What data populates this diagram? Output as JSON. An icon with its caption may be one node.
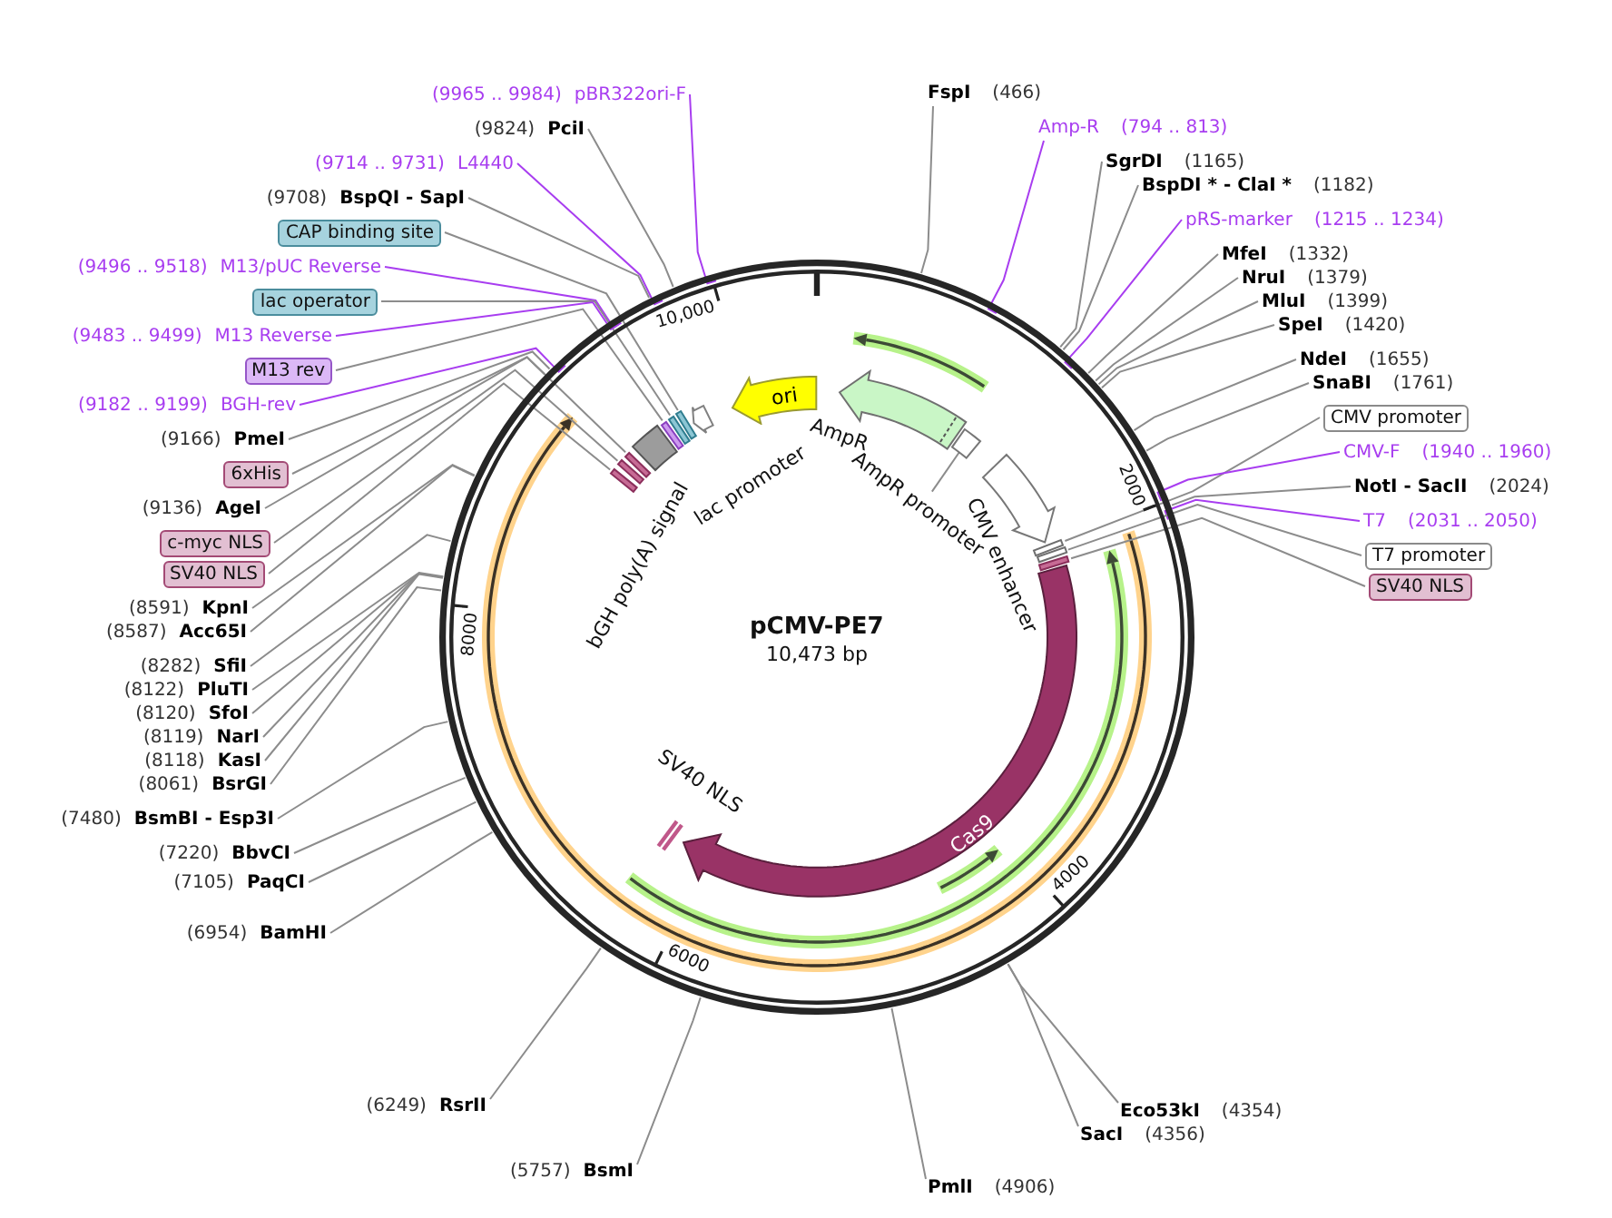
{
  "diagram": {
    "nodes": [
      {
        "text": [
          "pCMV-PE7",
          "10,473 bp"
        ]
      },
      {
        "text": [
          "ori"
        ],
        "in": 0
      },
      {
        "text": [
          "AmpR"
        ],
        "in": 0
      },
      {
        "text": [],
        "shape": "box",
        "in": 0
      },
      {
        "text": [
          "AmpR promoter"
        ],
        "in": 0
      },
      {
        "text": [
          "CMV enhancer"
        ],
        "in": 0
      },
      {
        "text": [
          "Cas9"
        ],
        "in": 0
      },
      {
        "text": [
          "SV40 NLS"
        ],
        "in": 0
      },
      {
        "text": [
          "bGH poly(A) signal"
        ],
        "in": 0
      },
      {
        "text": [
          "lac promoter"
        ],
        "in": 0
      },
      {
        "text": [],
        "shape": "bar",
        "in": 0
      },
      {
        "text": [],
        "shape": "bar",
        "in": 0
      },
      {
        "text": [],
        "shape": "bar",
        "in": 0
      },
      {
        "text": [],
        "shape": "bar",
        "in": 0
      },
      {
        "text": [],
        "shape": "bar",
        "in": 0
      },
      {
        "text": [],
        "shape": "bar",
        "in": 0
      },
      {
        "text": [],
        "shape": "bar",
        "in": 0
      },
      {
        "text": [],
        "shape": "bar",
        "in": 0
      },
      {
        "text": [],
        "shape": "bar",
        "in": 0
      },
      {
        "text": [
          "(9965 .. 9984)",
          "pBR322ori-F"
        ]
      },
      {
        "text": [
          "(9824)",
          "PciI"
        ]
      },
      {
        "text": [
          "(9714 .. 9731)",
          "L4440"
        ]
      },
      {
        "text": [
          "(9708)",
          "BspQI - SapI"
        ]
      },
      {
        "text": [
          "CAP binding site"
        ]
      },
      {
        "text": [
          "(9496 .. 9518)",
          "M13/pUC Reverse"
        ]
      },
      {
        "text": [
          "lac operator"
        ]
      },
      {
        "text": [
          "(9483 .. 9499)",
          "M13 Reverse"
        ]
      },
      {
        "text": [
          "M13 rev"
        ]
      },
      {
        "text": [
          "(9182 .. 9199)",
          "BGH-rev"
        ]
      },
      {
        "text": [
          "(9166)",
          "PmeI"
        ]
      },
      {
        "text": [
          "6xHis"
        ]
      },
      {
        "text": [
          "(9136)",
          "AgeI"
        ]
      },
      {
        "text": [
          "c-myc NLS"
        ]
      },
      {
        "text": [
          "SV40 NLS"
        ]
      },
      {
        "text": [
          "(8591)",
          "KpnI"
        ]
      },
      {
        "text": [
          "(8587)",
          "Acc65I"
        ]
      },
      {
        "text": [
          "(8282)",
          "SfiI"
        ]
      },
      {
        "text": [
          "(8122)",
          "PluTI"
        ]
      },
      {
        "text": [
          "(8120)",
          "SfoI"
        ]
      },
      {
        "text": [
          "(8119)",
          "NarI"
        ]
      },
      {
        "text": [
          "(8118)",
          "KasI"
        ]
      },
      {
        "text": [
          "(8061)",
          "BsrGI"
        ]
      },
      {
        "text": [
          "(7480)",
          "BsmBI - Esp3I"
        ]
      },
      {
        "text": [
          "(7220)",
          "BbvCI"
        ]
      },
      {
        "text": [
          "(7105)",
          "PaqCI"
        ]
      },
      {
        "text": [
          "(6954)",
          "BamHI"
        ]
      },
      {
        "text": [
          "(6249)",
          "RsrII"
        ]
      },
      {
        "text": [
          "(5757)",
          "BsmI"
        ]
      },
      {
        "text": [
          "FspI",
          "(466)"
        ]
      },
      {
        "text": [
          "Amp-R",
          "(794 .. 813)"
        ]
      },
      {
        "text": [
          "SgrDI",
          "(1165)"
        ]
      },
      {
        "text": [
          "BspDI * - ClaI *",
          "(1182)"
        ]
      },
      {
        "text": [
          "pRS-marker",
          "(1215 .. 1234)"
        ]
      },
      {
        "text": [
          "MfeI",
          "(1332)"
        ]
      },
      {
        "text": [
          "NruI",
          "(1379)"
        ]
      },
      {
        "text": [
          "MluI",
          "(1399)"
        ]
      },
      {
        "text": [
          "SpeI",
          "(1420)"
        ]
      },
      {
        "text": [
          "NdeI",
          "(1655)"
        ]
      },
      {
        "text": [
          "SnaBI",
          "(1761)"
        ]
      },
      {
        "text": [
          "CMV promoter"
        ]
      },
      {
        "text": [
          "CMV-F",
          "(1940 .. 1960)"
        ]
      },
      {
        "text": [
          "NotI - SacII",
          "(2024)"
        ]
      },
      {
        "text": [
          "T7",
          "(2031 .. 2050)"
        ]
      },
      {
        "text": [
          "T7 promoter"
        ]
      },
      {
        "text": [
          "SV40 NLS"
        ]
      },
      {
        "text": [
          "Eco53kI",
          "(4354)"
        ]
      },
      {
        "text": [
          "SacI",
          "(4356)"
        ]
      },
      {
        "text": [
          "PmlI",
          "(4906)"
        ]
      }
    ],
    "edges": [
      {
        "from": 4,
        "to": 3,
        "arrow": "none"
      },
      {
        "from": 19,
        "to": 0,
        "arrow": "none",
        "color": "#a83df0"
      },
      {
        "from": 20,
        "to": 0,
        "arrow": "none"
      },
      {
        "from": 21,
        "to": 0,
        "arrow": "none",
        "color": "#a83df0"
      },
      {
        "from": 22,
        "to": 0,
        "arrow": "none"
      },
      {
        "from": 23,
        "to": 15,
        "arrow": "none"
      },
      {
        "from": 24,
        "to": 0,
        "arrow": "none",
        "color": "#a83df0"
      },
      {
        "from": 25,
        "to": 14,
        "arrow": "none"
      },
      {
        "from": 26,
        "to": 0,
        "arrow": "none",
        "color": "#a83df0"
      },
      {
        "from": 27,
        "to": 13,
        "arrow": "none"
      },
      {
        "from": 28,
        "to": 0,
        "arrow": "none",
        "color": "#a83df0"
      },
      {
        "from": 29,
        "to": 0,
        "arrow": "none"
      },
      {
        "from": 30,
        "to": 12,
        "arrow": "none"
      },
      {
        "from": 31,
        "to": 0,
        "arrow": "none"
      },
      {
        "from": 32,
        "to": 11,
        "arrow": "none"
      },
      {
        "from": 33,
        "to": 10,
        "arrow": "none"
      },
      {
        "from": 34,
        "to": 0,
        "arrow": "none"
      },
      {
        "from": 35,
        "to": 0,
        "arrow": "none"
      },
      {
        "from": 36,
        "to": 0,
        "arrow": "none"
      },
      {
        "from": 37,
        "to": 0,
        "arrow": "none"
      },
      {
        "from": 38,
        "to": 0,
        "arrow": "none"
      },
      {
        "from": 39,
        "to": 0,
        "arrow": "none"
      },
      {
        "from": 40,
        "to": 0,
        "arrow": "none"
      },
      {
        "from": 41,
        "to": 0,
        "arrow": "none"
      },
      {
        "from": 42,
        "to": 0,
        "arrow": "none"
      },
      {
        "from": 43,
        "to": 0,
        "arrow": "none"
      },
      {
        "from": 44,
        "to": 0,
        "arrow": "none"
      },
      {
        "from": 45,
        "to": 0,
        "arrow": "none"
      },
      {
        "from": 46,
        "to": 0,
        "arrow": "none"
      },
      {
        "from": 47,
        "to": 0,
        "arrow": "none"
      },
      {
        "from": 48,
        "to": 0,
        "arrow": "none"
      },
      {
        "from": 49,
        "to": 0,
        "arrow": "none",
        "color": "#a83df0"
      },
      {
        "from": 50,
        "to": 0,
        "arrow": "none"
      },
      {
        "from": 51,
        "to": 0,
        "arrow": "none"
      },
      {
        "from": 52,
        "to": 0,
        "arrow": "none",
        "color": "#a83df0"
      },
      {
        "from": 53,
        "to": 0,
        "arrow": "none"
      },
      {
        "from": 54,
        "to": 0,
        "arrow": "none"
      },
      {
        "from": 55,
        "to": 0,
        "arrow": "none"
      },
      {
        "from": 56,
        "to": 0,
        "arrow": "none"
      },
      {
        "from": 57,
        "to": 0,
        "arrow": "none"
      },
      {
        "from": 58,
        "to": 0,
        "arrow": "none"
      },
      {
        "from": 59,
        "to": 16,
        "arrow": "none"
      },
      {
        "from": 60,
        "to": 0,
        "arrow": "none",
        "color": "#a83df0"
      },
      {
        "from": 61,
        "to": 0,
        "arrow": "none"
      },
      {
        "from": 62,
        "to": 0,
        "arrow": "none",
        "color": "#a83df0"
      },
      {
        "from": 63,
        "to": 17,
        "arrow": "none"
      },
      {
        "from": 64,
        "to": 18,
        "arrow": "none"
      },
      {
        "from": 65,
        "to": 0,
        "arrow": "none"
      },
      {
        "from": 66,
        "to": 0,
        "arrow": "none"
      },
      {
        "from": 67,
        "to": 0,
        "arrow": "none"
      }
    ],
    "labels": [
      "2000",
      "4000",
      "6000",
      "8000",
      "10,000"
    ]
  }
}
